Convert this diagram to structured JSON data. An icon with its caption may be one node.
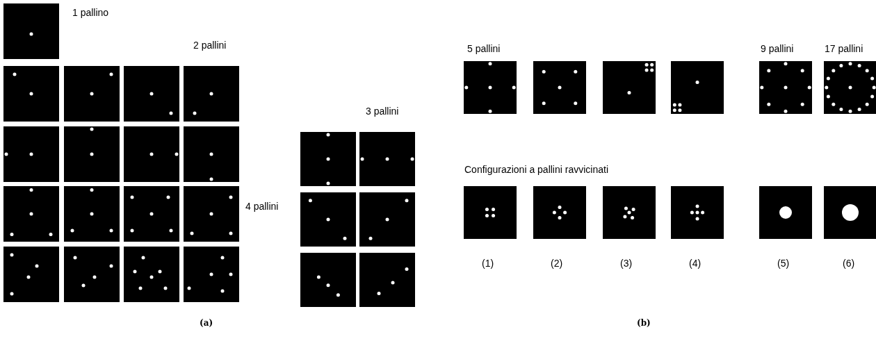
{
  "diagram": {
    "labels": [
      "1 pallino",
      "2 pallini",
      "5 pallini",
      "9 pallini",
      "17 pallini",
      "3 pallini",
      "4 pallini",
      "Configurazioni a pallini ravvicinati",
      "(1)",
      "(2)",
      "(3)",
      "(4)",
      "(5)",
      "(6)",
      "(a)",
      "(b)"
    ]
  }
}
